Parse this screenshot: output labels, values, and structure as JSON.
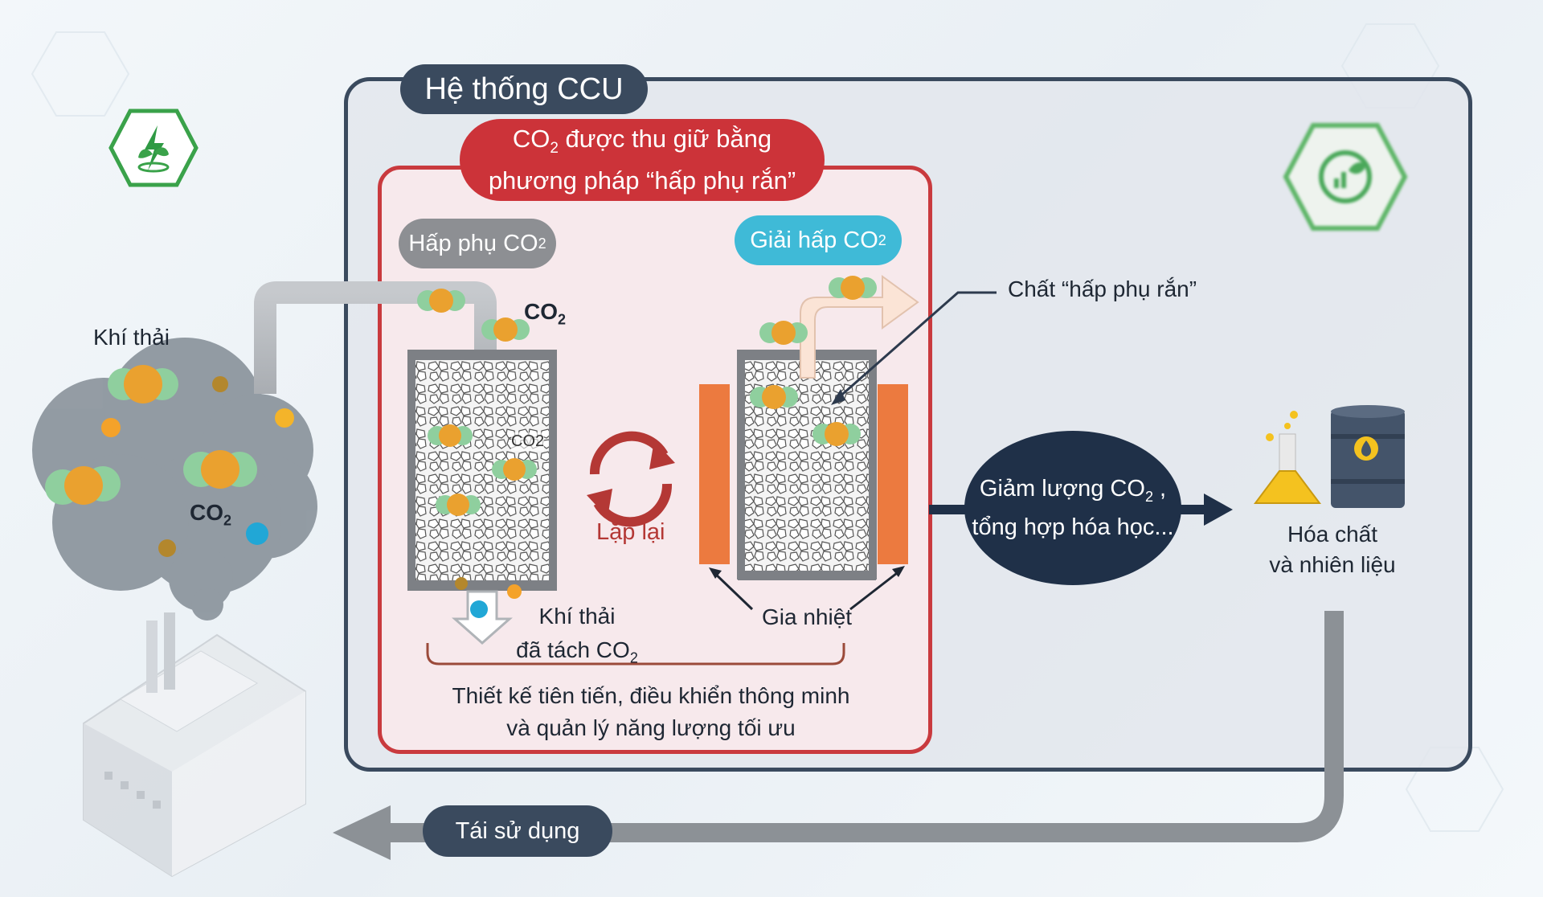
{
  "ccu_system": {
    "title": "Hệ thống CCU"
  },
  "capture_box": {
    "title_prefix": "CO",
    "title_sub": "2",
    "title_line1_rest": " được thu giữ bằng",
    "title_line2": "phương pháp “hấp phụ rắn”"
  },
  "adsorption": {
    "label_prefix": "Hấp phụ CO",
    "label_sub": "2"
  },
  "desorption": {
    "label_prefix": "Giải hấp CO",
    "label_sub": "2"
  },
  "co2_label": {
    "prefix": "CO",
    "sub": "2",
    "inside_column": "CO2"
  },
  "sorbent_label": "Chất “hấp phụ rắn”",
  "repeat_label": "Lặp lại",
  "heating_label": "Gia nhiệt",
  "separated_gas": {
    "line1": "Khí thải",
    "line2_prefix": "đã tách CO",
    "line2_sub": "2"
  },
  "design_caption": {
    "line1": "Thiết kế tiên tiến, điều khiển thông minh",
    "line2": "và quản lý năng lượng tối ưu"
  },
  "reduction": {
    "line1_prefix": "Giảm lượng CO",
    "line1_sub": "2",
    "line1_suffix": " ,",
    "line2": "tổng hợp hóa học..."
  },
  "products_label": {
    "line1": "Hóa chất",
    "line2": "và nhiên liệu"
  },
  "exhaust_label": "Khí thải",
  "reuse_label": "Tái sử dụng",
  "colors": {
    "frame_navy": "#3a4a5e",
    "capture_red": "#cc3339",
    "desorb_cyan": "#3fbad7",
    "heater_orange": "#ec7a3f",
    "co2_orange": "#eaa12f",
    "co2_green": "#8fcf9e",
    "hex_green": "#3aa24a"
  }
}
